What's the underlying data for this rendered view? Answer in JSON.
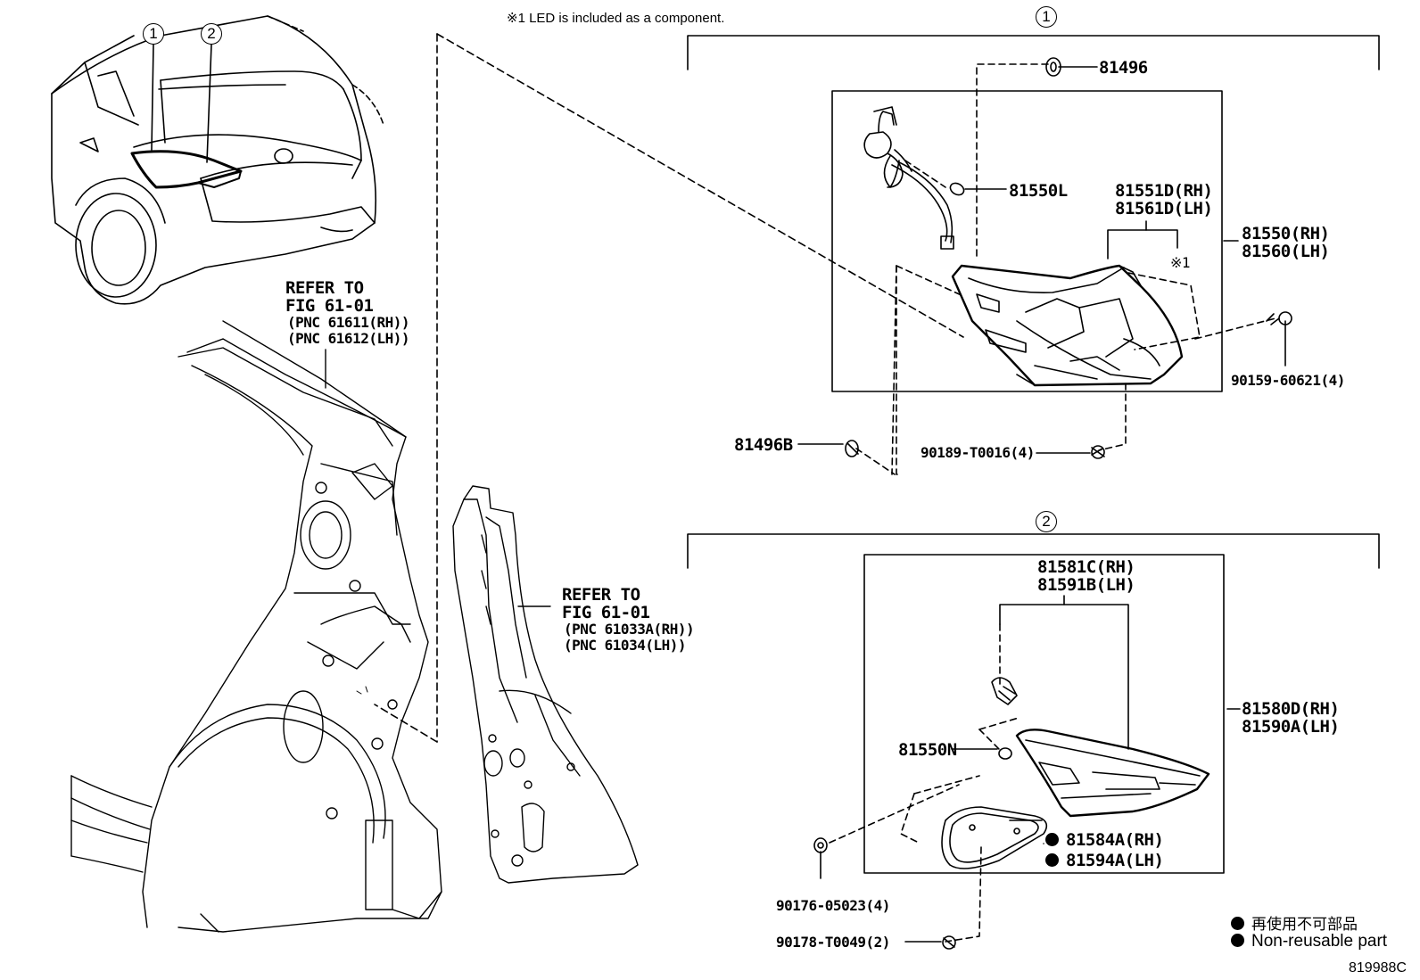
{
  "note": "※1 LED is included as a component.",
  "group1": {
    "marker": "1"
  },
  "group2": {
    "marker": "2"
  },
  "car_markers": [
    "1",
    "2"
  ],
  "refer1": {
    "l1": "REFER TO",
    "l2": "FIG 61-01",
    "l3": "(PNC 61611(RH))",
    "l4": "(PNC 61612(LH))"
  },
  "refer2": {
    "l1": "REFER TO",
    "l2": "FIG 61-01",
    "l3": "(PNC 61033A(RH))",
    "l4": "(PNC 61034(LH))"
  },
  "parts": {
    "p81496": "81496",
    "p81550L": "81550L",
    "p81551D": "81551D(RH)",
    "p81561D": "81561D(LH)",
    "mark1": "※1",
    "p81550RH": "81550(RH)",
    "p81560LH": "81560(LH)",
    "p90159": "90159-60621(4)",
    "p81496B": "81496B",
    "p90189": "90189-T0016(4)",
    "p81581C": "81581C(RH)",
    "p81591B": "81591B(LH)",
    "p81580D": "81580D(RH)",
    "p81590A": "81590A(LH)",
    "p81550N": "81550N",
    "p81584A": "81584A(RH)",
    "p81594A": "81594A(LH)",
    "p90176": "90176-05023(4)",
    "p90178": "90178-T0049(2)"
  },
  "legend": {
    "jp": "再使用不可部品",
    "en": "Non-reusable part"
  },
  "diagram_code": "819988C"
}
